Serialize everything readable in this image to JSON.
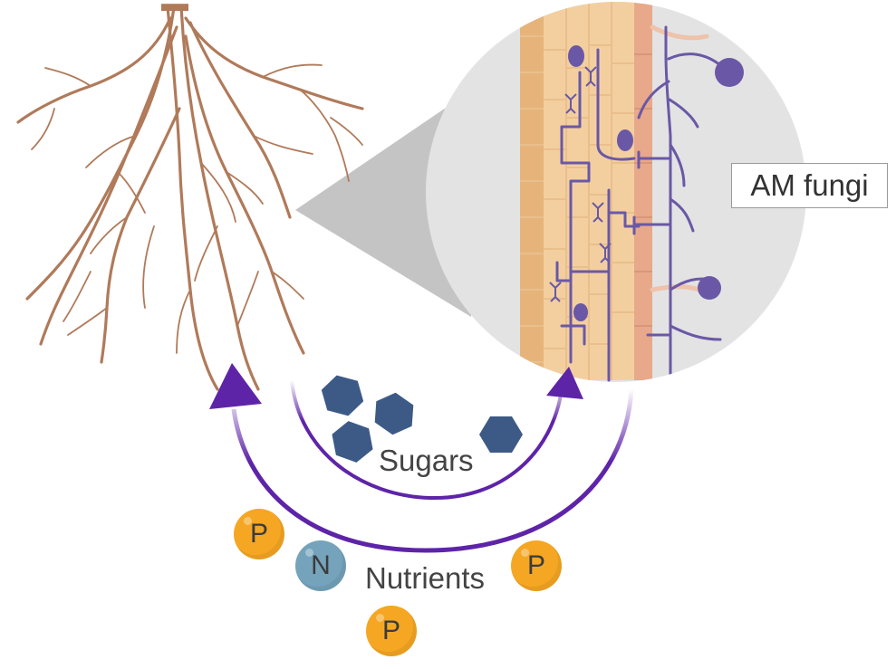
{
  "diagram": {
    "title": "Arbuscular mycorrhizal symbiosis",
    "callout_label": "AM fungi",
    "flows": [
      {
        "label": "Sugars",
        "direction": "root-to-fungi",
        "symbol": "hexagon"
      },
      {
        "label": "Nutrients",
        "direction": "fungi-to-root",
        "symbol": "ion"
      }
    ],
    "sugar_molecule_count": 4,
    "nutrient_ions": [
      {
        "symbol": "P",
        "element": "phosphorus"
      },
      {
        "symbol": "N",
        "element": "nitrogen"
      },
      {
        "symbol": "P",
        "element": "phosphorus"
      },
      {
        "symbol": "P",
        "element": "phosphorus"
      }
    ],
    "colors": {
      "root": "#b07a5a",
      "arrow": "#5e24a8",
      "sugar": "#3d5a87",
      "phosphorus": "#f5a623",
      "nitrogen": "#74a3bb",
      "hyphae": "#6a58a6",
      "cells": "#f3cfa0",
      "zoom_circle": "#e3e3e3",
      "zoom_wedge": "#c4c4c4"
    }
  }
}
